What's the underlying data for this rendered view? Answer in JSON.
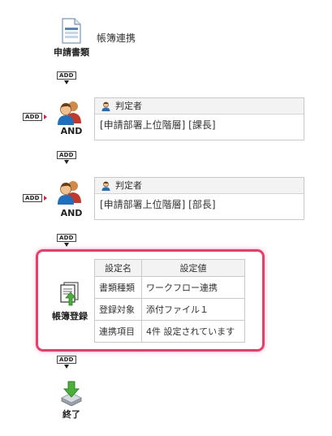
{
  "flow": {
    "start_node": {
      "label": "申請書類",
      "text": "帳簿連携",
      "icon": "document-icon"
    },
    "add_label": "ADD",
    "approver1": {
      "and_label": "AND",
      "header": "判定者",
      "value": "[申請部署上位階層] [課長]"
    },
    "approver2": {
      "and_label": "AND",
      "header": "判定者",
      "value": "[申請部署上位階層] [部長]"
    },
    "ledger": {
      "label": "帳簿登録",
      "icon": "ledger-register-icon",
      "headers": {
        "name": "設定名",
        "value": "設定値"
      },
      "rows": [
        {
          "name": "書類種類",
          "value": "ワークフロー連携"
        },
        {
          "name": "登録対象",
          "value": "添付ファイル１"
        },
        {
          "name": "連携項目",
          "value": "4件 設定されています"
        }
      ],
      "highlight_color": "#ec3d6a"
    },
    "end_node": {
      "label": "終了",
      "icon": "end-download-icon"
    }
  }
}
